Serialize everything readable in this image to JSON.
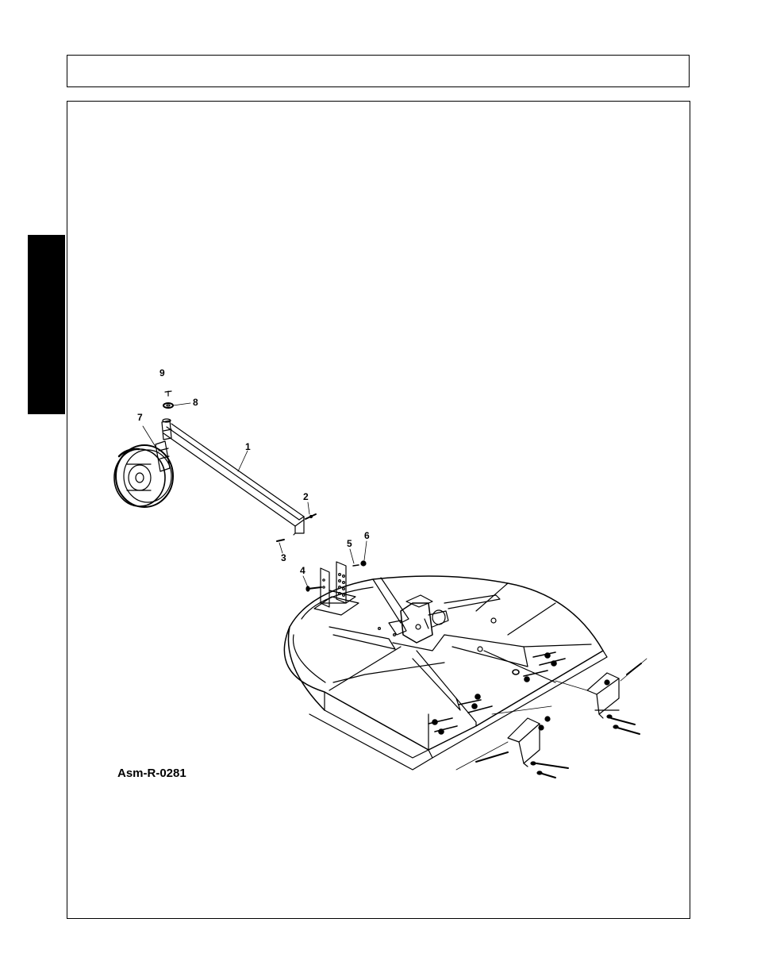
{
  "figure": {
    "id_label": "Asm-R-0281",
    "callouts": [
      "1",
      "2",
      "3",
      "4",
      "5",
      "6",
      "7",
      "8",
      "9"
    ]
  }
}
